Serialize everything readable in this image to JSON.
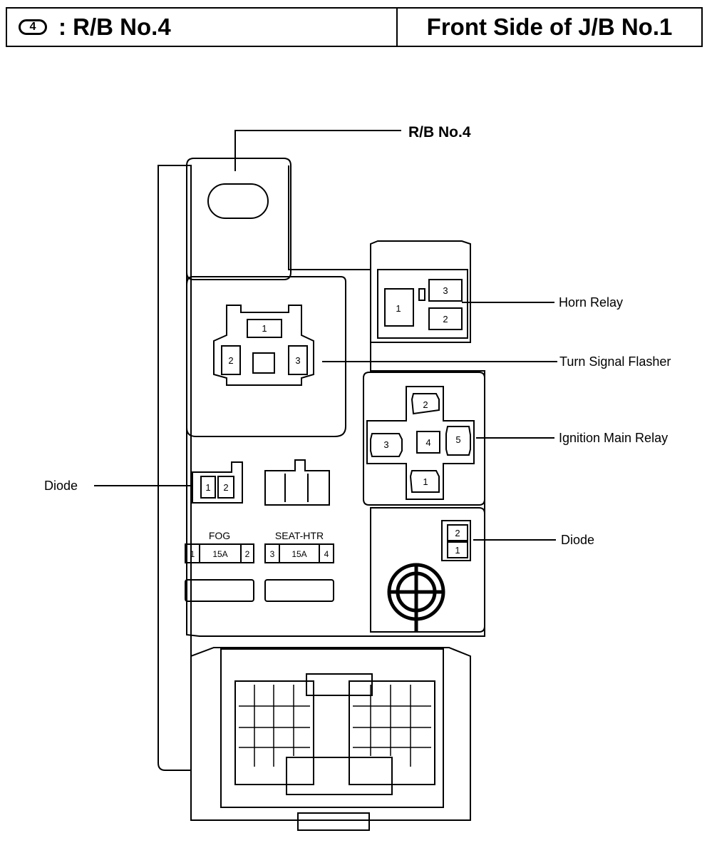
{
  "header": {
    "badge": "4",
    "left_title": ": R/B No.4",
    "right_title": "Front Side of J/B No.1"
  },
  "callouts": {
    "rb_no4": "R/B No.4",
    "horn_relay": "Horn Relay",
    "turn_signal_flasher": "Turn Signal Flasher",
    "ignition_main_relay": "Ignition Main Relay",
    "diode_left": "Diode",
    "diode_right": "Diode"
  },
  "fuses": [
    {
      "name": "FOG",
      "left_pin": "1",
      "rating": "15A",
      "right_pin": "2"
    },
    {
      "name": "SEAT-HTR",
      "left_pin": "3",
      "rating": "15A",
      "right_pin": "4"
    }
  ],
  "pins": {
    "horn_relay": [
      "1",
      "3",
      "2"
    ],
    "turn_signal_flasher": [
      "1",
      "2",
      "3"
    ],
    "ignition_main_relay": [
      "2",
      "3",
      "4",
      "5",
      "1"
    ],
    "diode_left": [
      "1",
      "2"
    ],
    "diode_right": [
      "2",
      "1"
    ]
  }
}
